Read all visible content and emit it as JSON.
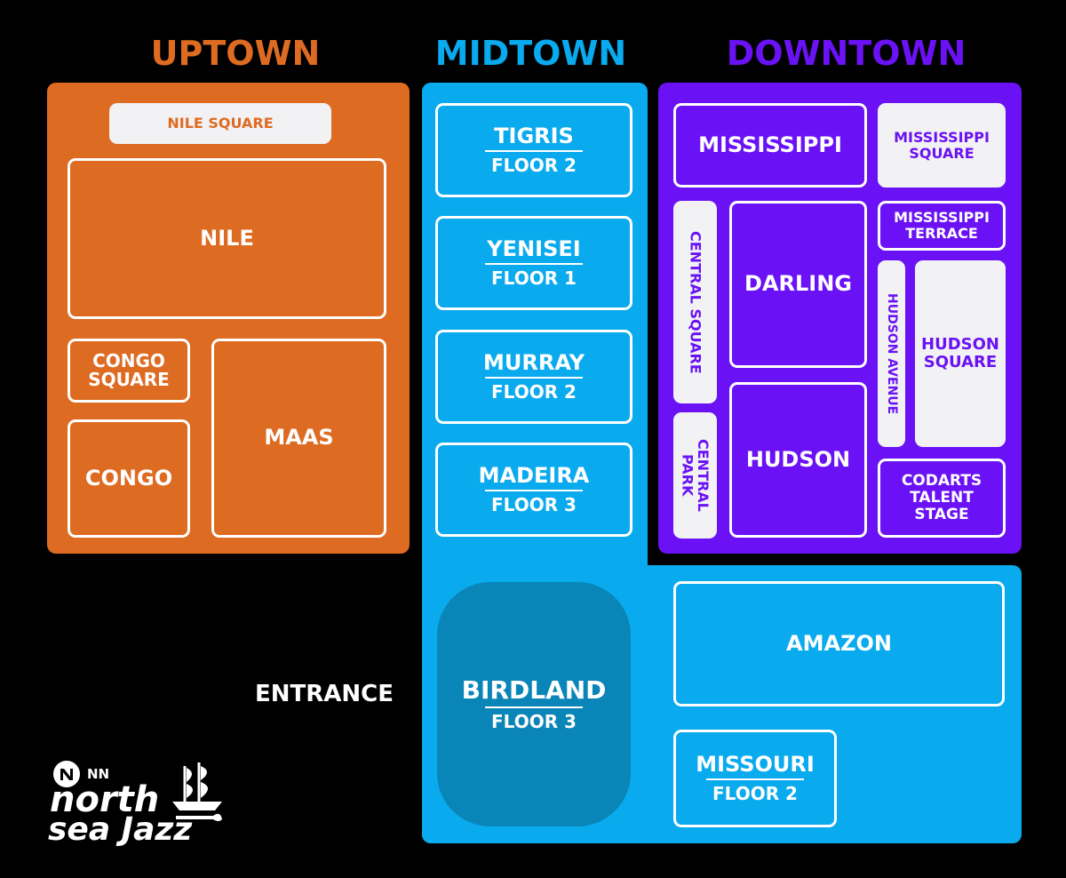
{
  "colors": {
    "uptown": "#DD6B21",
    "midtown": "#09AAEE",
    "downtown": "#6A12F5",
    "birdland": "#0A85B8",
    "light_box": "#F2F2F4",
    "background": "#000000"
  },
  "zones": {
    "uptown": {
      "title": "UPTOWN"
    },
    "midtown": {
      "title": "MIDTOWN"
    },
    "downtown": {
      "title": "DOWNTOWN"
    }
  },
  "stages": {
    "nile_square": "NILE SQUARE",
    "nile": "NILE",
    "congo_square": "CONGO SQUARE",
    "maas": "MAAS",
    "congo": "CONGO",
    "tigris": {
      "name": "TIGRIS",
      "floor": "FLOOR 2"
    },
    "yenisei": {
      "name": "YENISEI",
      "floor": "FLOOR 1"
    },
    "murray": {
      "name": "MURRAY",
      "floor": "FLOOR 2"
    },
    "madeira": {
      "name": "MADEIRA",
      "floor": "FLOOR 3"
    },
    "birdland": {
      "name": "BIRDLAND",
      "floor": "FLOOR 3"
    },
    "amazon": "AMAZON",
    "missouri": {
      "name": "MISSOURI",
      "floor": "FLOOR 2"
    },
    "mississippi": "MISSISSIPPI",
    "mississippi_square": "MISSISSIPPI SQUARE",
    "mississippi_terrace": "MISSISSIPPI TERRACE",
    "central_square": "CENTRAL SQUARE",
    "darling": "DARLING",
    "hudson_avenue": "HUDSON AVENUE",
    "hudson_square": "HUDSON SQUARE",
    "central_park": "CENTRAL PARK",
    "hudson": "HUDSON",
    "codarts": "CODARTS TALENT STAGE"
  },
  "entrance": "ENTRANCE",
  "logo": {
    "brand": "NN",
    "line1": "north",
    "line2": "sea Jazz"
  }
}
